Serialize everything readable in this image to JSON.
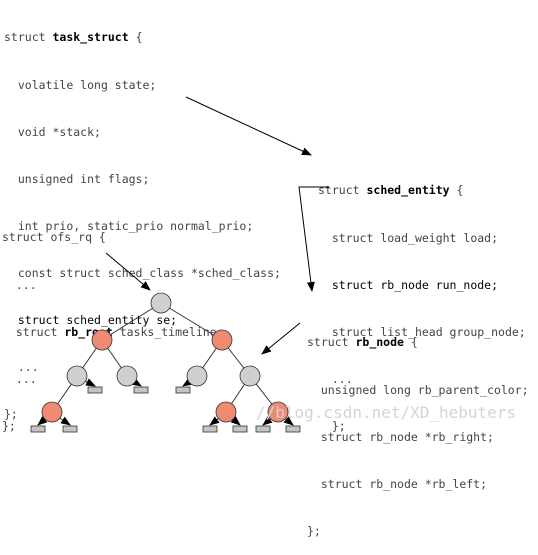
{
  "task_struct": {
    "keyword": "struct",
    "name": "task_struct",
    "open": " {",
    "fields": [
      "volatile long state;",
      "void *stack;",
      "unsigned int flags;",
      "int prio, static_prio normal_prio;",
      "const struct sched_class *sched_class;"
    ],
    "se_line": "struct sched_entity se;",
    "ellipsis": "...",
    "close": "};"
  },
  "sched_entity": {
    "keyword": "struct",
    "name": "sched_entity",
    "open": " {",
    "field1": "struct load_weight load;",
    "run_node_line": "struct rb_node run_node;",
    "field3": "struct list_head group_node;",
    "ellipsis": "...",
    "close": "};"
  },
  "cfs_rq": {
    "header": "struct ofs_rq {",
    "ellipsis_top": "...",
    "field_prefix": "struct ",
    "field_type": "rb_root",
    "field_rest": " tasks_timeline;",
    "ellipsis_bottom": "...",
    "close": "};"
  },
  "rb_node": {
    "keyword": "struct",
    "name": "rb_node",
    "open": " {",
    "fields": [
      "unsigned long rb_parent_color;",
      "struct rb_node *rb_right;",
      "struct rb_node *rb_left;"
    ],
    "close": "};"
  },
  "tree_colors": {
    "gray": "#cfcfcf",
    "red": "#f08a72",
    "leaf": "#c4c4c4",
    "stroke": "#333333"
  },
  "watermark": "//blog.csdn.net/XD_hebuters"
}
